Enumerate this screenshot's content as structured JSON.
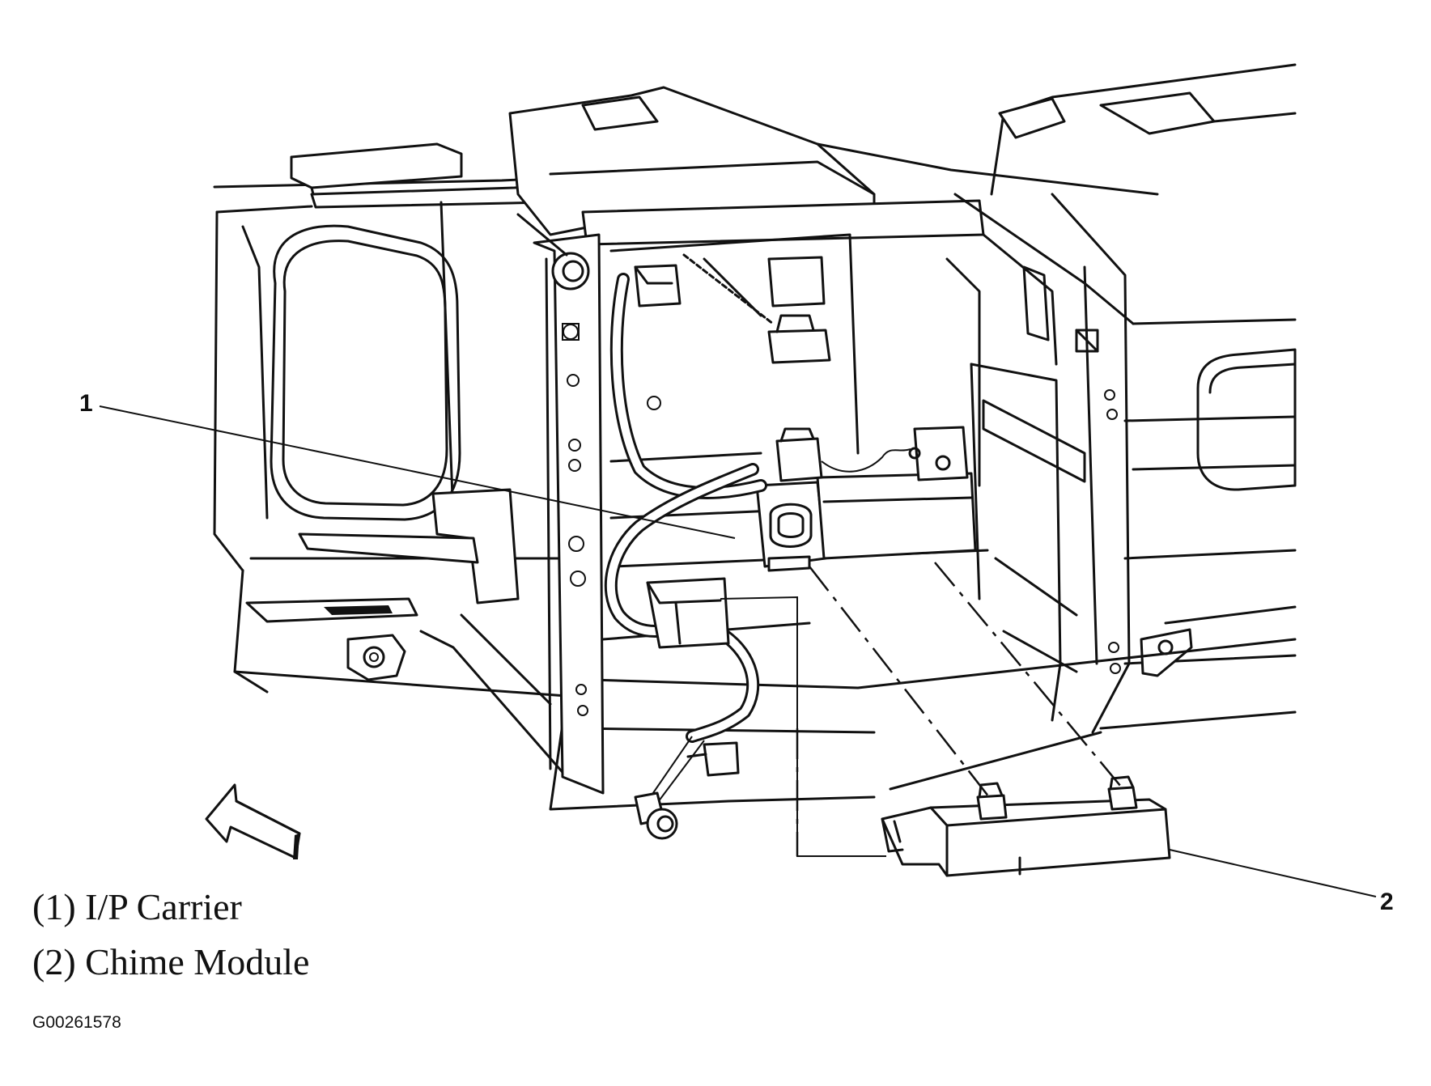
{
  "callouts": {
    "one": "1",
    "two": "2"
  },
  "legend": [
    {
      "number": "(1)",
      "label": "I/P Carrier",
      "text": "(1) I/P Carrier"
    },
    {
      "number": "(2)",
      "label": "Chime Module",
      "text": "(2) Chime Module"
    }
  ],
  "figure_id": "G00261578",
  "icons": {
    "view_arrow": "forward-view-arrow-icon"
  },
  "colors": {
    "ink": "#111111",
    "paper": "#ffffff"
  }
}
